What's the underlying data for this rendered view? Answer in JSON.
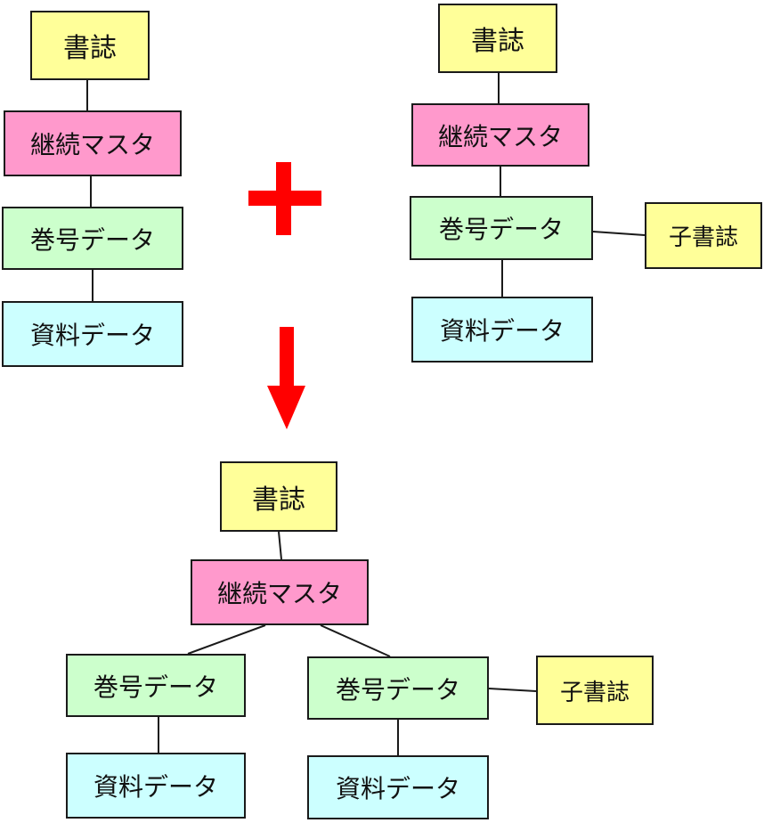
{
  "colors": {
    "shoshi": "#ffff99",
    "keizoku": "#ff99cc",
    "kango": "#ccffcc",
    "shiryo": "#ccffff",
    "arrow": "#ff0000",
    "line": "#1a1a1a"
  },
  "icons": {
    "plus": "plus-icon",
    "arrow": "down-arrow-icon"
  },
  "left_tree": {
    "shoshi": "書誌",
    "keizoku": "継続マスタ",
    "kango": "巻号データ",
    "shiryo": "資料データ"
  },
  "right_tree": {
    "shoshi": "書誌",
    "keizoku": "継続マスタ",
    "kango": "巻号データ",
    "shiryo": "資料データ",
    "ko_shoshi": "子書誌"
  },
  "result_tree": {
    "shoshi": "書誌",
    "keizoku": "継続マスタ",
    "kango_left": "巻号データ",
    "shiryo_left": "資料データ",
    "kango_right": "巻号データ",
    "shiryo_right": "資料データ",
    "ko_shoshi": "子書誌"
  }
}
